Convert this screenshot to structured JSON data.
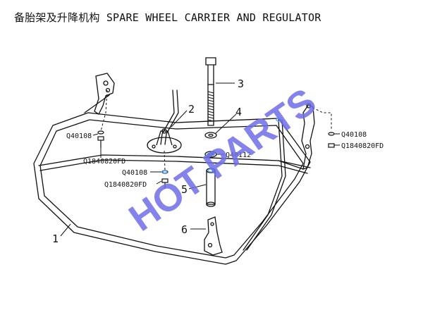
{
  "title": "备胎架及升降机构 SPARE WHEEL CARRIER AND REGULATOR",
  "watermark": "HOT PARTS",
  "colors": {
    "line": "#111111",
    "watermark": "#6f6ee8",
    "highlight": "#5ab0ff"
  },
  "callouts": {
    "p1": "1",
    "p2": "2",
    "p3": "3",
    "p4": "4",
    "p5": "5",
    "p6": "6",
    "left_washer": "Q40108",
    "left_bolt": "Q1840820FD",
    "center_washer": "Q40108",
    "center_bolt": "Q1840820FD",
    "right_washer": "Q40108",
    "right_bolt": "Q1840820FD",
    "nut_washer": "Q40112"
  }
}
